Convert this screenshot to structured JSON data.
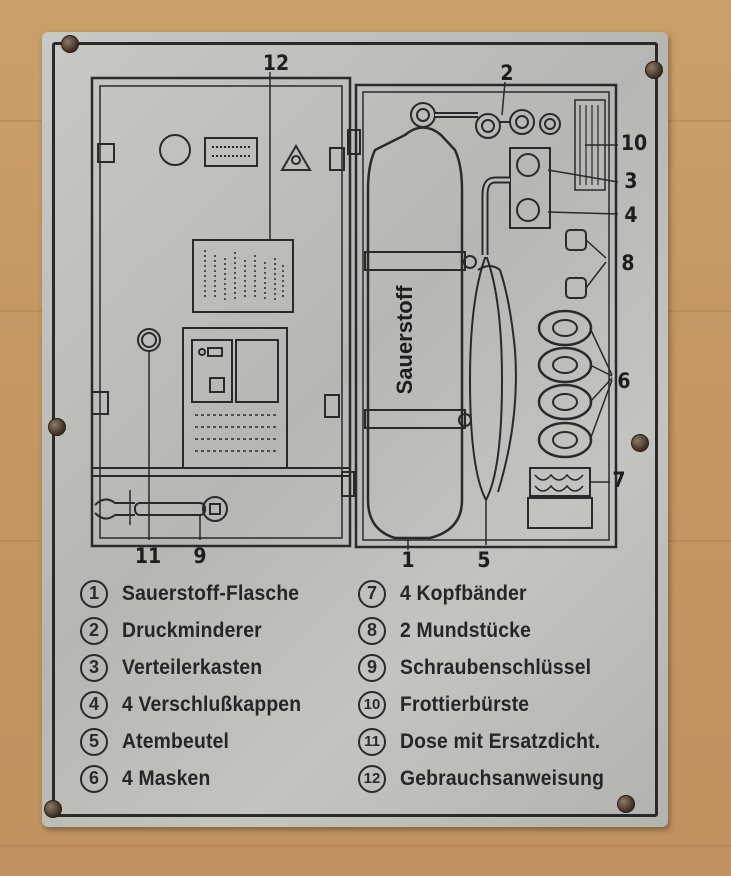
{
  "diagram": {
    "cylinder_label": "Sauerstoff",
    "callouts": [
      "1",
      "2",
      "3",
      "4",
      "5",
      "6",
      "7",
      "8",
      "9",
      "10",
      "11",
      "12"
    ]
  },
  "legend": {
    "left": [
      {
        "num": "1",
        "text": "Sauerstoff-Flasche"
      },
      {
        "num": "2",
        "text": "Druckminderer"
      },
      {
        "num": "3",
        "text": "Verteilerkasten"
      },
      {
        "num": "4",
        "text": "4 Verschlußkappen"
      },
      {
        "num": "5",
        "text": "Atembeutel"
      },
      {
        "num": "6",
        "text": "4 Masken"
      }
    ],
    "right": [
      {
        "num": "7",
        "text": "4 Kopfbänder"
      },
      {
        "num": "8",
        "text": "2 Mundstücke"
      },
      {
        "num": "9",
        "text": "Schraubenschlüssel"
      },
      {
        "num": "10",
        "text": "Frottierbürste"
      },
      {
        "num": "11",
        "text": "Dose mit Ersatzdicht."
      },
      {
        "num": "12",
        "text": "Gebrauchsanweisung"
      }
    ]
  },
  "colors": {
    "plate": "#bdbdb9",
    "ink": "#2a2a2a",
    "wood": "#c49763"
  }
}
